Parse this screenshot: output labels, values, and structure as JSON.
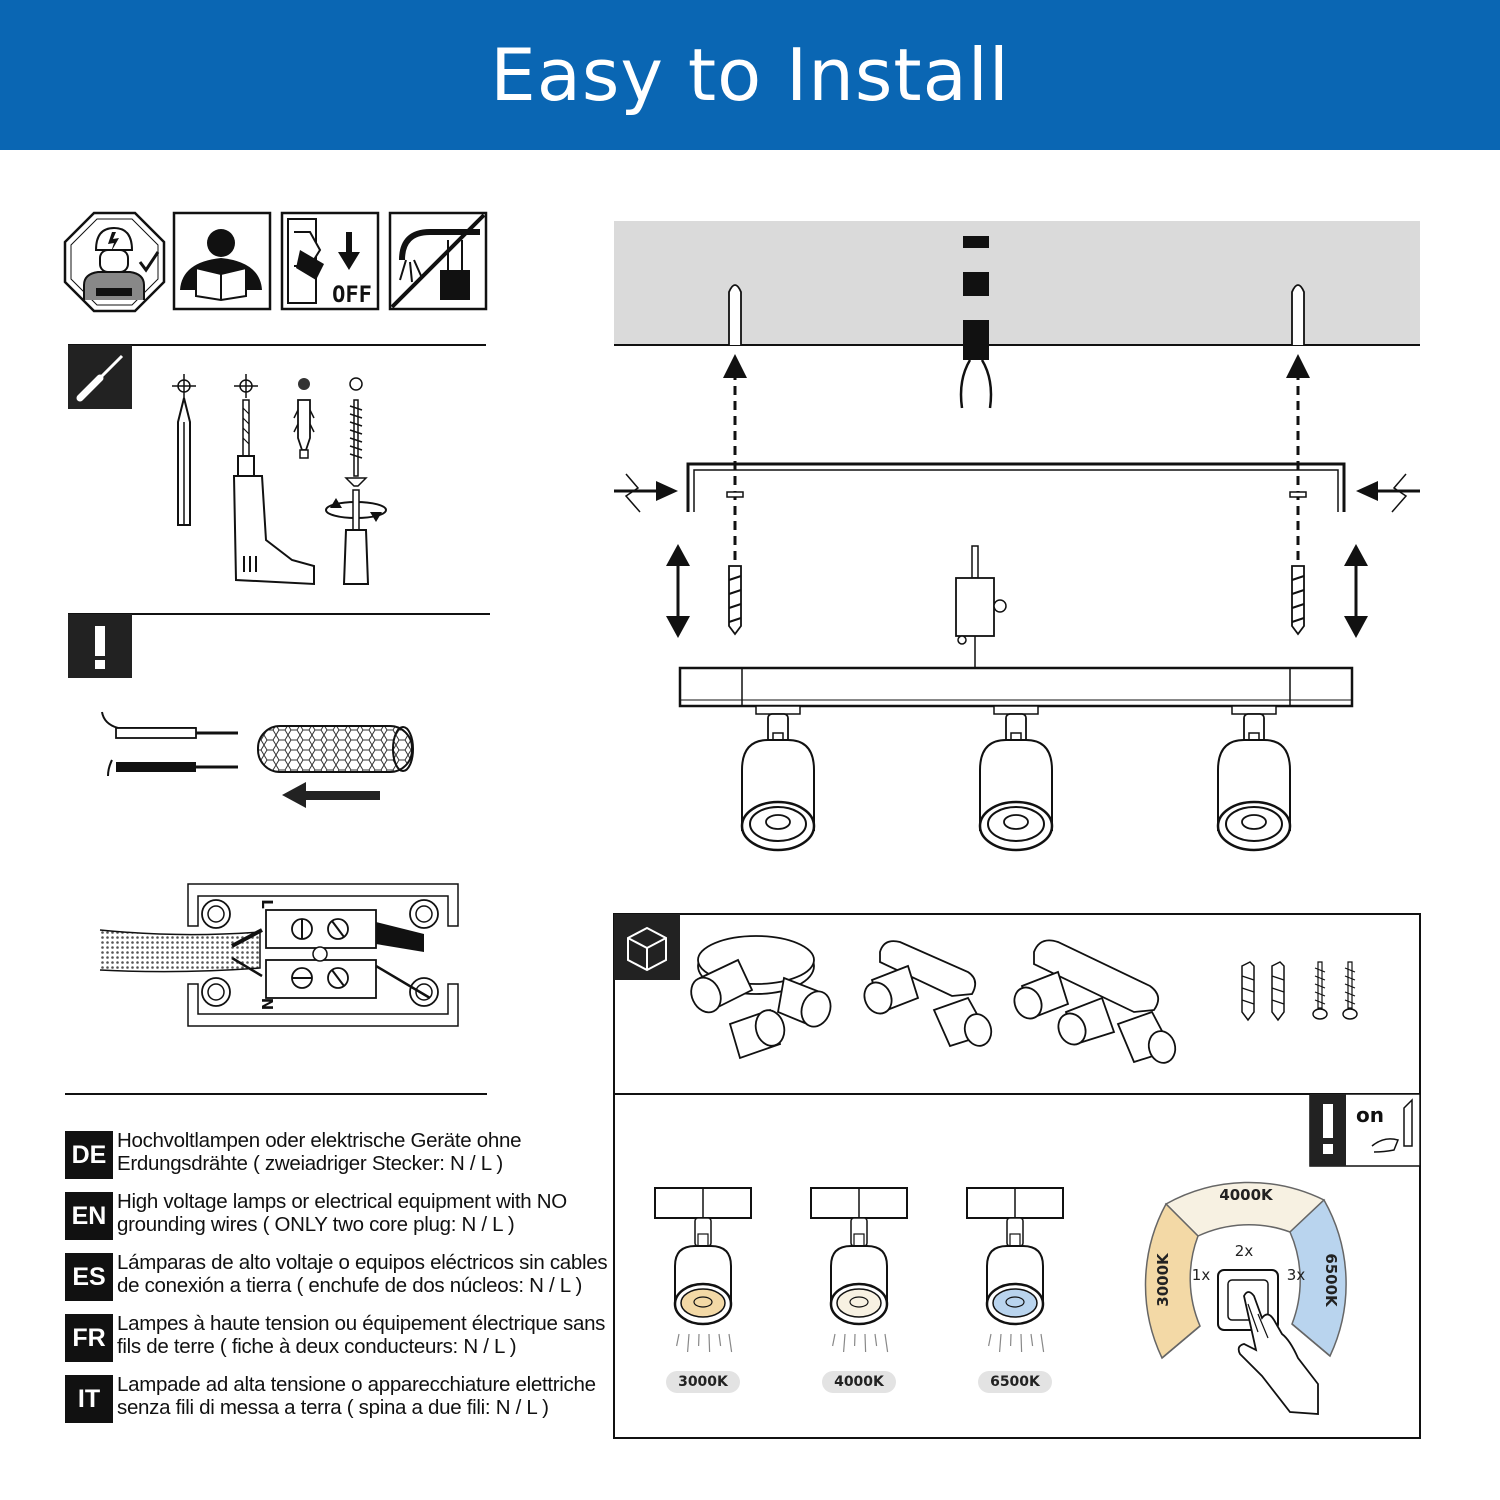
{
  "banner": {
    "title": "Easy to Install",
    "color": "#0a66b3"
  },
  "prep": {
    "off_label": "OFF"
  },
  "languages": [
    {
      "code": "DE",
      "line1": "Hochvoltlampen oder elektrische Geräte ohne",
      "line2": "Erdungsdrähte ( zweiadriger Stecker: N / L  )"
    },
    {
      "code": "EN",
      "line1": "High voltage lamps or electrical equipment with NO",
      "line2": "grounding wires ( ONLY  two core plug: N / L )"
    },
    {
      "code": "ES",
      "line1": "Lámparas de alto voltaje o equipos eléctricos sin cables",
      "line2": "de conexión a tierra ( enchufe de dos núcleos: N / L )"
    },
    {
      "code": "FR",
      "line1": "Lampes à haute tension ou équipement électrique sans",
      "line2": "fils de terre ( fiche à deux conducteurs: N / L )"
    },
    {
      "code": "IT",
      "line1": "Lampade ad alta tensione o apparecchiature elettriche",
      "line2": "senza fili di messa a terra ( spina a due fili: N / L )"
    }
  ],
  "terminal": {
    "top_label": "L",
    "bottom_label": "N"
  },
  "color_temps": [
    {
      "label": "3000K",
      "color": "#f3d9a6"
    },
    {
      "label": "4000K",
      "color": "#f7f1e2"
    },
    {
      "label": "6500K",
      "color": "#b9d4ee"
    }
  ],
  "switch_ring": {
    "on_label": "on",
    "left": "3000K",
    "top": "4000K",
    "right": "6500K",
    "press_1": "1x",
    "press_2": "2x",
    "press_3": "3x"
  },
  "icons": [
    "electrician-icon",
    "read-manual-icon",
    "power-off-icon",
    "no-ground-wire-icon",
    "screwdriver-icon",
    "warning-icon",
    "box-icon"
  ]
}
